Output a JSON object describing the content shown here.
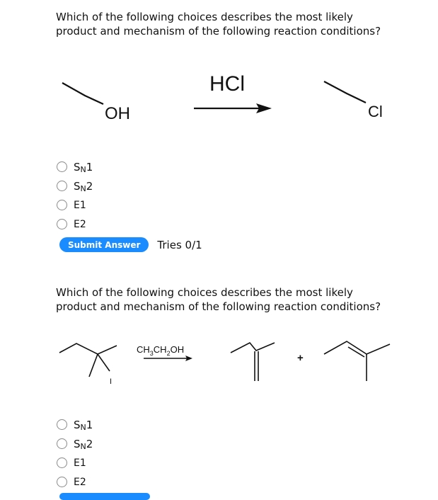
{
  "question1": {
    "text": "Which of the following choices describes the most likely product and mechanism of the following reaction conditions?",
    "reactant_group": "OH",
    "reagent": "HCl",
    "product_group": "Cl",
    "options": [
      {
        "main": "S",
        "sub": "N",
        "tail": "1"
      },
      {
        "main": "S",
        "sub": "N",
        "tail": "2"
      },
      {
        "main": "E1",
        "sub": "",
        "tail": ""
      },
      {
        "main": "E2",
        "sub": "",
        "tail": ""
      }
    ],
    "submit_label": "Submit Answer",
    "tries": "Tries 0/1"
  },
  "question2": {
    "text": "Which of the following choices describes the most likely product and mechanism of the following reaction conditions?",
    "reactant_group": "I",
    "reagent_parts": [
      "CH",
      "3",
      "CH",
      "2",
      "OH"
    ],
    "plus": "+",
    "options": [
      {
        "main": "S",
        "sub": "N",
        "tail": "1"
      },
      {
        "main": "S",
        "sub": "N",
        "tail": "2"
      },
      {
        "main": "E1",
        "sub": "",
        "tail": ""
      },
      {
        "main": "E2",
        "sub": "",
        "tail": ""
      }
    ]
  }
}
